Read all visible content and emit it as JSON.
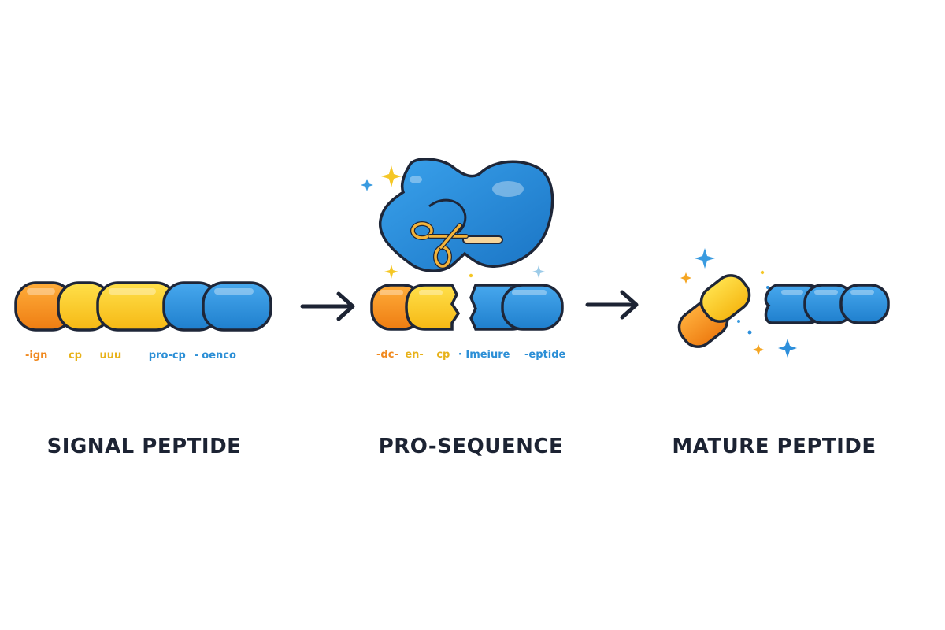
{
  "stages": [
    {
      "caption": "SIGNAL PEPTIDE",
      "label_fragments": [
        {
          "text": "-ign",
          "color": "#f0891f"
        },
        {
          "text": "cp",
          "color": "#e8b21a"
        },
        {
          "text": "uuu",
          "color": "#e8b21a"
        },
        {
          "text": "pro-cp",
          "color": "#2c8fd6"
        },
        {
          "text": "- oenco",
          "color": "#2c8fd6"
        }
      ]
    },
    {
      "caption": "PRO-SEQUENCE",
      "label_fragments": [
        {
          "text": "-dc-",
          "color": "#f0891f"
        },
        {
          "text": "en-",
          "color": "#e8b21a"
        },
        {
          "text": "cp",
          "color": "#e8b21a"
        },
        {
          "text": "· Imeiure",
          "color": "#2c8fd6"
        },
        {
          "text": "-eptide",
          "color": "#2c8fd6"
        }
      ]
    },
    {
      "caption": "MATURE PEPTIDE",
      "label_fragments": []
    }
  ],
  "icons": [
    "protease-enzyme-icon",
    "scissors-icon",
    "sparkle-icon",
    "arrow-right-icon"
  ],
  "colors": {
    "orange": "#f5901e",
    "yellow": "#fcc824",
    "blue": "#2d8fdb",
    "outline": "#1e2638",
    "arrow": "#1c2333"
  }
}
